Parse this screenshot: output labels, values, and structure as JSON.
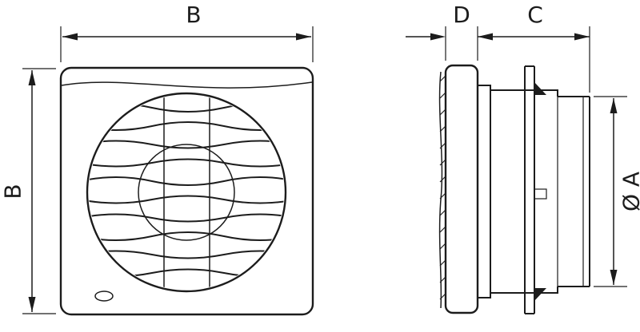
{
  "diagram": {
    "colors": {
      "line": "#1c1c1c",
      "background": "#ffffff"
    },
    "dimensions": {
      "front_width": "B",
      "front_height": "B",
      "panel_depth": "D",
      "duct_length": "C",
      "duct_diameter": "Ø A"
    }
  }
}
